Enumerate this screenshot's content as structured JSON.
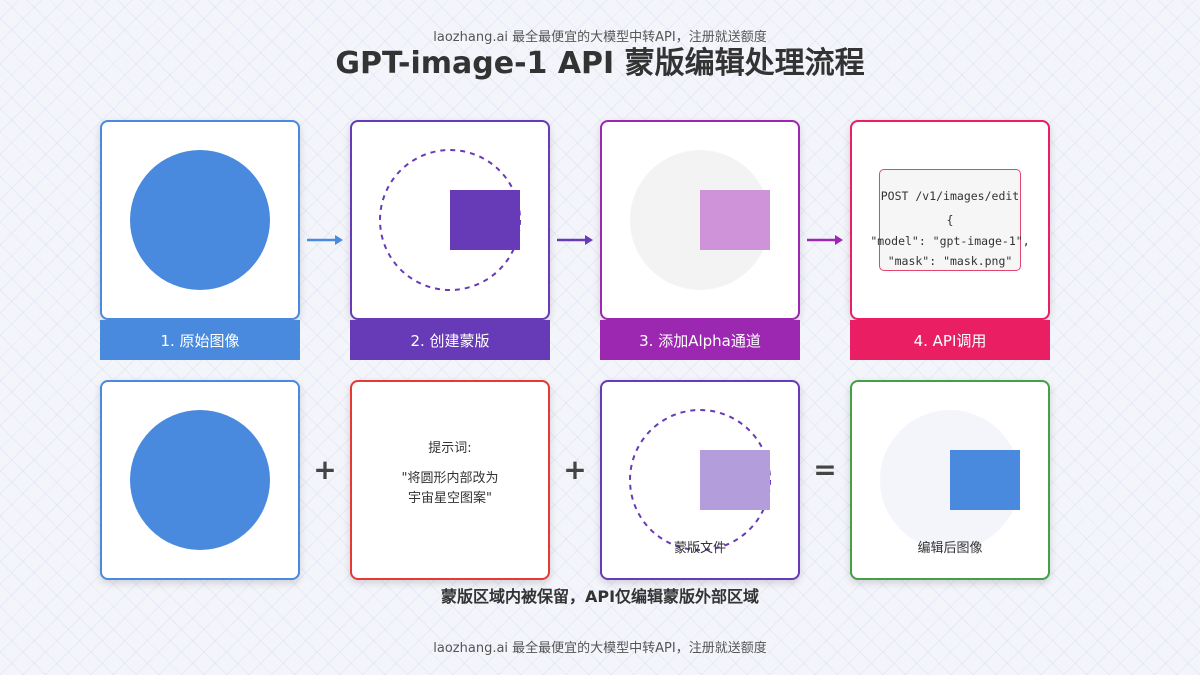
{
  "watermark": "laozhang.ai 最全最便宜的大模型中转API，注册就送额度",
  "title": "GPT-image-1 API 蒙版编辑处理流程",
  "steps": [
    {
      "label": "1. 原始图像",
      "color": "#4a8ade"
    },
    {
      "label": "2. 创建蒙版",
      "color": "#673ab7"
    },
    {
      "label": "3. 添加Alpha通道",
      "color": "#9c27b0"
    },
    {
      "label": "4. API调用",
      "color": "#e91e63"
    }
  ],
  "api_call": {
    "lines": [
      "POST /v1/images/edit",
      "{",
      "\"model\": \"gpt-image-1\",",
      "\"mask\": \"mask.png\""
    ]
  },
  "prompt": {
    "title": "提示词:",
    "lines": [
      "\"将圆形内部改为",
      "宇宙星空图案\""
    ]
  },
  "operators": [
    "+",
    "+",
    "="
  ],
  "captions": {
    "mask_file": "蒙版文件",
    "edited_image": "编辑后图像"
  },
  "footnote": "蒙版区域内被保留，API仅编辑蒙版外部区域",
  "colors": {
    "blue": "#4a8ade",
    "deep_purple": "#673ab7",
    "purple": "#9c27b0",
    "pink": "#e91e63",
    "red": "#e53935",
    "green": "#43a047",
    "light_purple": "#ce93d8",
    "lavender": "#b39ddb"
  }
}
